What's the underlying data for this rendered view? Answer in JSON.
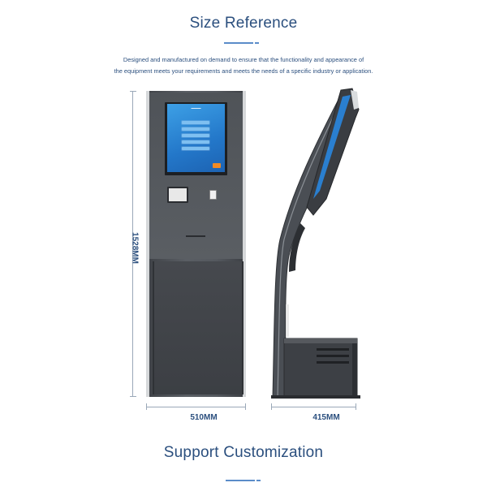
{
  "header": {
    "title": "Size Reference",
    "description_line1": "Designed and manufactured on demand to ensure that the functionality and appearance of",
    "description_line2": "the equipment meets your requirements and meets the needs of a specific industry or application."
  },
  "dimensions": {
    "height": "1528MM",
    "width": "510MM",
    "depth": "415MM"
  },
  "footer": {
    "title": "Support Customization"
  },
  "colors": {
    "heading": "#2b4f7e",
    "accent_line": "#5b8cc9",
    "kiosk_body": "#55595f",
    "screen": "#2377c9"
  }
}
